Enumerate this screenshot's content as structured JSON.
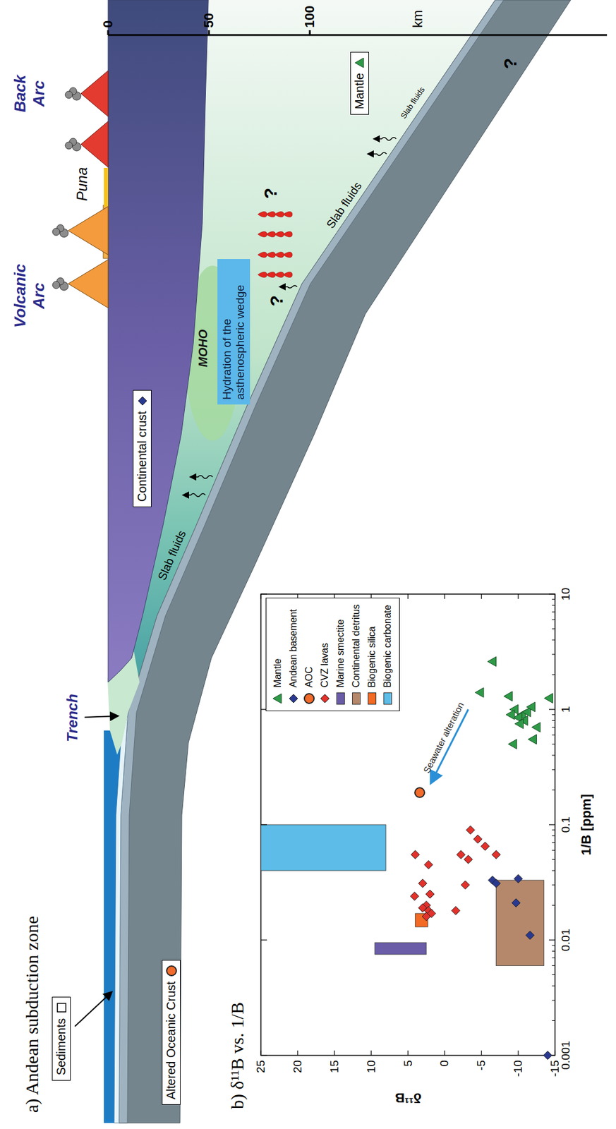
{
  "diagram": {
    "title": "a) Andean subduction zone",
    "nodes": [
      {
        "text": [
          "Sediments"
        ]
      },
      {
        "text": [
          "Altered Oceanic Crust"
        ]
      },
      {
        "text": [
          "Continental crust"
        ]
      },
      {
        "text": [
          "Hydration of the asthenospheric wedge"
        ]
      },
      {
        "text": [
          "Mantle"
        ]
      }
    ],
    "labels": [
      "b) δ¹¹B vs. 1/B",
      "Trench",
      "Volcanic Arc",
      "Puna",
      "Back Arc",
      "0",
      "50",
      "100",
      "km",
      "MOHO",
      "Slab fluids",
      "?",
      "?",
      "Slab fluids",
      "Slab fluids",
      "?",
      "δ¹¹B",
      "25",
      "20",
      "15",
      "10",
      "5",
      "0",
      "-5",
      "-10",
      "-15",
      "0.001",
      "0.01",
      "0.1",
      "1",
      "10",
      "1/B [ppm]",
      "Seawater alteration"
    ],
    "legend": [
      {
        "text": "Mantle"
      },
      {
        "text": "Andean basement"
      },
      {
        "text": "AOC"
      },
      {
        "text": "CVZ lavas"
      },
      {
        "text": "Marine smectite",
        "color": "#6b5ca8"
      },
      {
        "text": "Continental detritus",
        "color": "#b6886b"
      },
      {
        "text": "Biogenic silica",
        "color": "#f26a24"
      },
      {
        "text": "Biogenic carbonate",
        "color": "#5dbde8"
      }
    ]
  }
}
